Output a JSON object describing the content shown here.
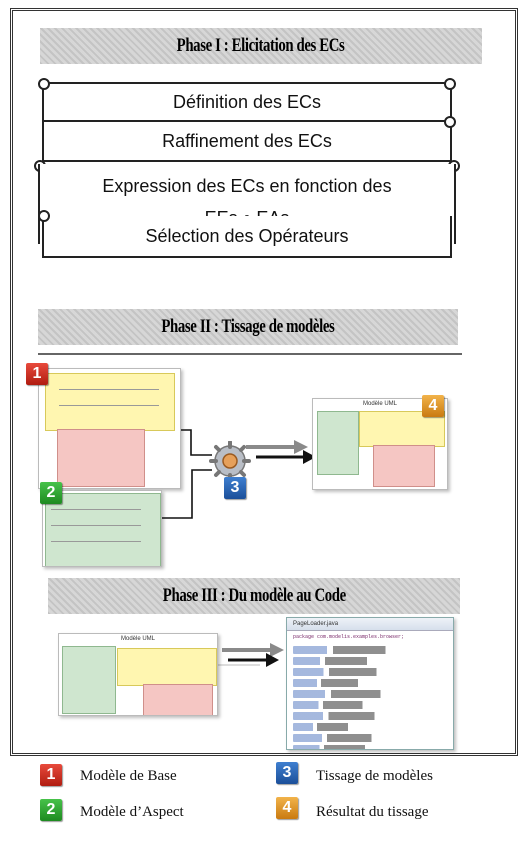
{
  "phases": {
    "phase1": "Phase I : Elicitation des ECs",
    "phase2": "Phase II : Tissage de modèles",
    "phase3": "Phase III : Du modèle au Code"
  },
  "steps": {
    "step1": "Définition des ECs",
    "step2": "Raffinement des ECs",
    "step3_line1": "Expression des ECs en fonction des",
    "step3_line2_a": "EEs",
    "step3_line2_b": "&",
    "step3_line2_c": "EAs",
    "step4": "Sélection des Opérateurs"
  },
  "diagram": {
    "result_title": "Modèle UML",
    "phase3_model_title": "Modèle UML",
    "code_tab": "PageLoader.java",
    "code_package": "package com.modelis.examples.browser;"
  },
  "badges": {
    "b1": "1",
    "b2": "2",
    "b3": "3",
    "b4": "4"
  },
  "legend": {
    "item1": "Modèle de Base",
    "item2": "Modèle d’Aspect",
    "item3": "Tissage de modèles",
    "item4": "Résultat du tissage"
  },
  "colors": {
    "base_model": "#fff6b0",
    "aspect_model": "#cfe6cf",
    "pointcut": "#f5c6c3",
    "badge1": "#d2281a",
    "badge2": "#2ea532",
    "badge3": "#2a64b5",
    "badge4": "#e39a2a"
  }
}
